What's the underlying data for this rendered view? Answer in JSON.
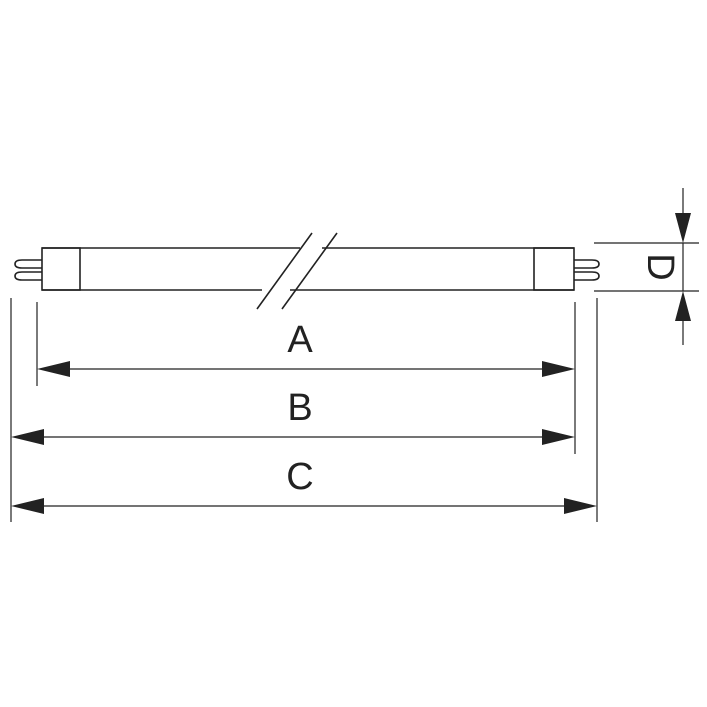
{
  "diagram": {
    "colors": {
      "stroke": "#222222",
      "background": "#ffffff"
    },
    "labels": {
      "a": "A",
      "b": "B",
      "c": "C",
      "d": "D"
    }
  }
}
